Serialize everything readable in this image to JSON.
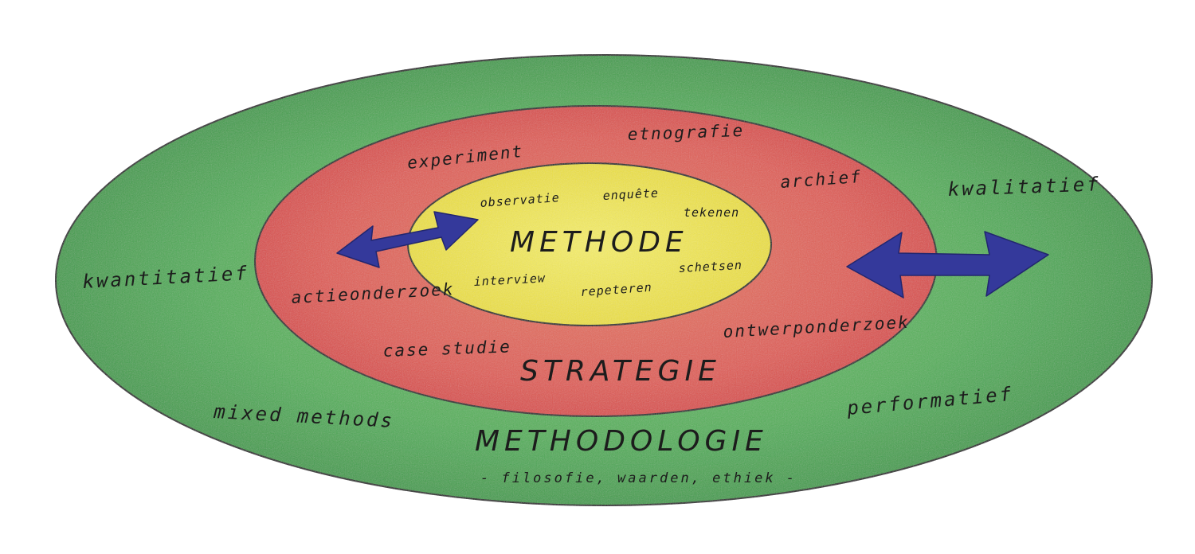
{
  "layers": {
    "outer": {
      "title": "METHODOLOGIE",
      "subtitle": "- filosofie, waarden, ethiek -",
      "color": "#4fae55",
      "items": [
        "kwantitatief",
        "kwalitatief",
        "mixed methods",
        "performatief"
      ]
    },
    "middle": {
      "title": "STRATEGIE",
      "color": "#e0524f",
      "items": [
        "experiment",
        "etnografie",
        "archief",
        "actieonderzoek",
        "case studie",
        "ontwerponderzoek"
      ]
    },
    "inner": {
      "title": "METHODE",
      "color": "#f1e43f",
      "items": [
        "observatie",
        "enquête",
        "tekenen",
        "schetsen",
        "interview",
        "repeteren"
      ]
    }
  },
  "arrow_color": "#34399b"
}
